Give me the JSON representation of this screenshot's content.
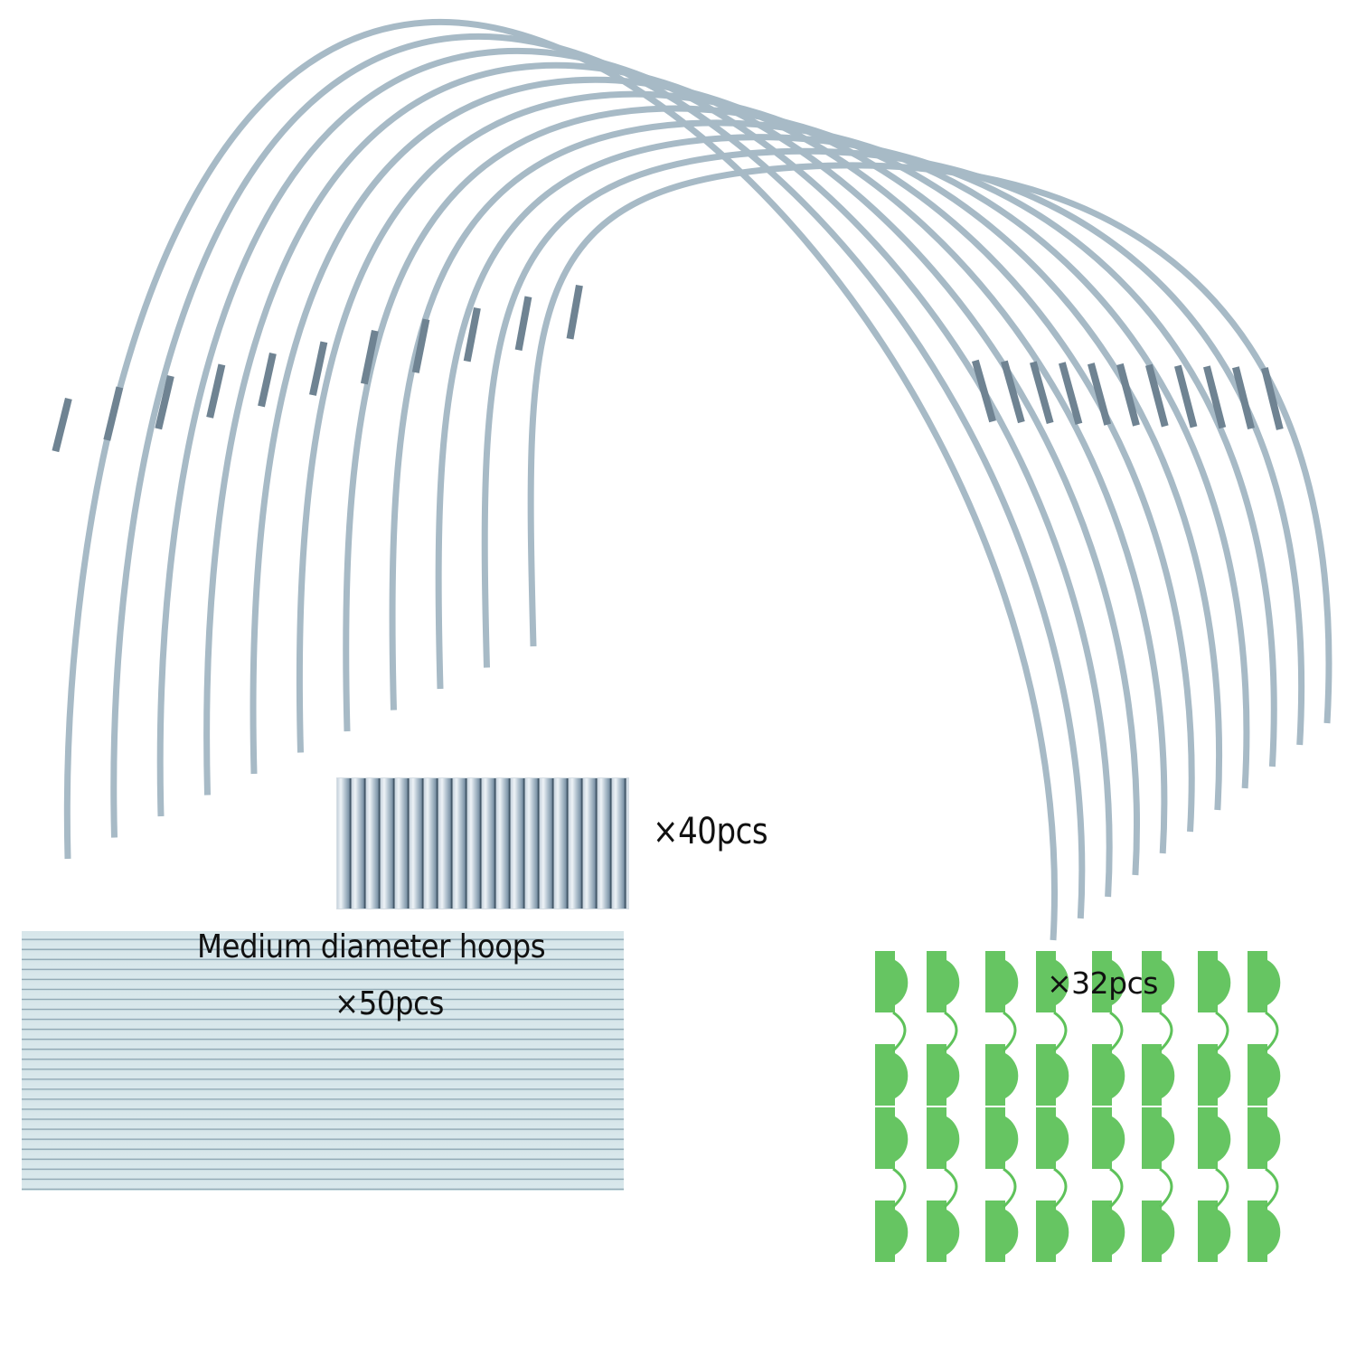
{
  "product": {
    "subject": "greenhouse hoop kit components",
    "background_color": "#ffffff"
  },
  "arches": {
    "count": 11,
    "color": "#a9bcc8",
    "connector_color": "#7a8e9d",
    "description": "Assembled tunnel hoops with metal connectors"
  },
  "connectors": {
    "quantity_label": "×40pcs",
    "color": "#b8c7d2"
  },
  "hoops": {
    "title": "Medium diameter hoops",
    "quantity_label": "×50pcs",
    "color": "#d8e7eb"
  },
  "clips": {
    "quantity_label": "×32pcs",
    "color": "#5ec25a",
    "rows": 2,
    "columns": 8
  }
}
